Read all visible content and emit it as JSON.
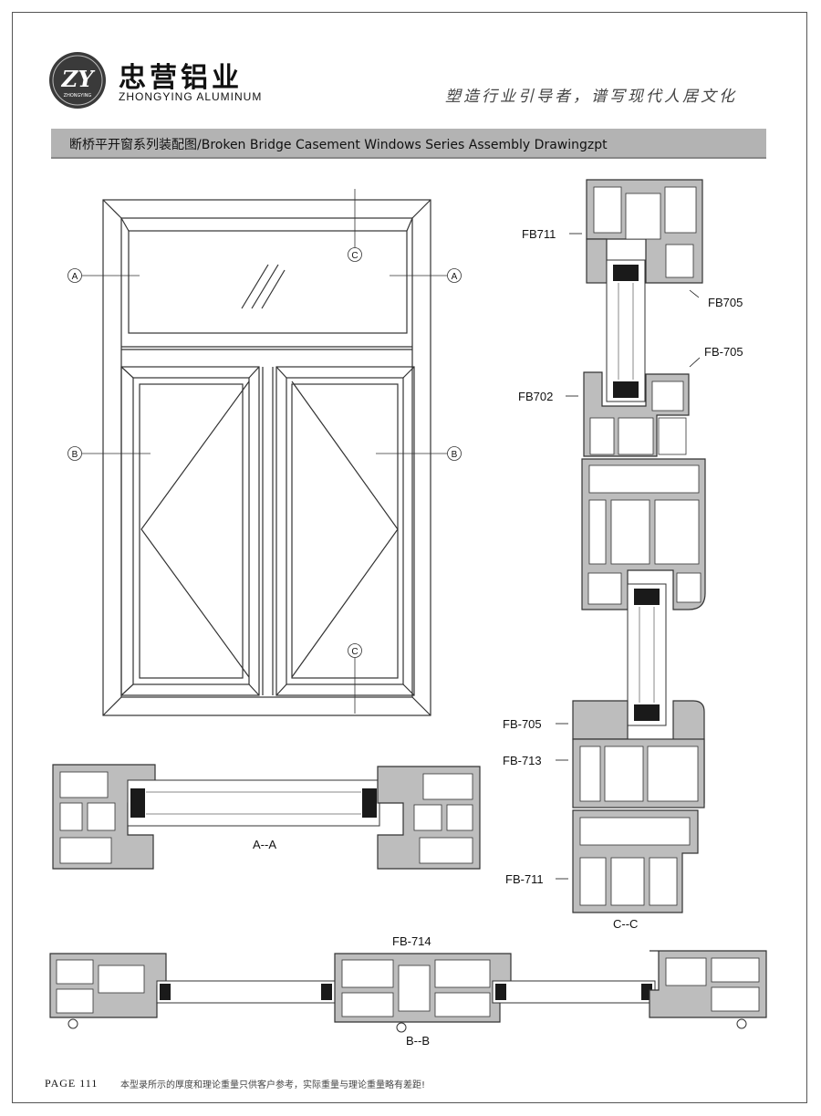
{
  "header": {
    "logo_letters": "ZY",
    "logo_small": "ZHONGYING",
    "brand_cn": "忠营铝业",
    "brand_en": "ZHONGYING ALUMINUM",
    "slogan": "塑造行业引导者，谱写现代人居文化"
  },
  "title_bar": {
    "text": "断桥平开窗系列装配图/Broken Bridge Casement Windows Series Assembly Drawingzpt"
  },
  "window_elevation": {
    "markers": {
      "a": "A",
      "b": "B",
      "c": "C"
    }
  },
  "section_labels": {
    "aa": "A--A",
    "bb": "B--B",
    "cc": "C--C",
    "fb714": "FB-714"
  },
  "profile_labels": {
    "fb711_top": "FB711",
    "fb705_top": "FB705",
    "fb705_dash": "FB-705",
    "fb702": "FB702",
    "fb705_lower": "FB-705",
    "fb713": "FB-713",
    "fb711_bottom": "FB-711"
  },
  "colors": {
    "profile_fill": "#bdbdbd",
    "title_bar": "#b3b3b3",
    "gasket": "#1a1a1a"
  },
  "footer": {
    "page": "PAGE  111",
    "note": "本型录所示的厚度和理论重量只供客户参考，实际重量与理论重量略有差距!"
  }
}
